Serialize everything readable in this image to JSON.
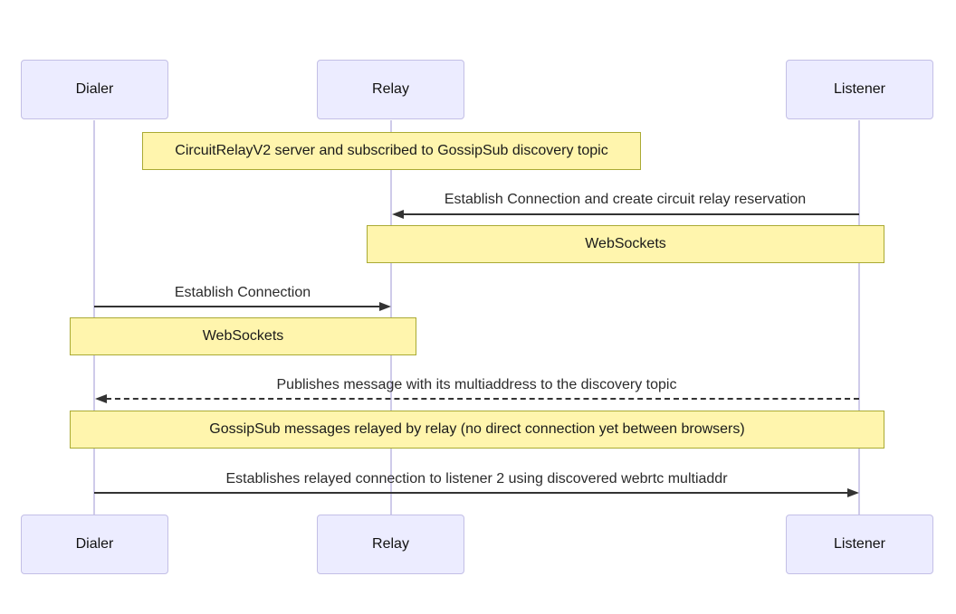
{
  "diagram": {
    "type": "sequence-diagram",
    "background": "#ffffff",
    "actors": [
      {
        "id": "dialer",
        "label": "Dialer"
      },
      {
        "id": "relay",
        "label": "Relay"
      },
      {
        "id": "listener",
        "label": "Listener"
      }
    ],
    "notes": [
      {
        "text": "CircuitRelayV2 server and subscribed to GossipSub discovery topic",
        "over": [
          "relay"
        ]
      },
      {
        "text": "WebSockets",
        "over": [
          "relay",
          "listener"
        ]
      },
      {
        "text": "WebSockets",
        "over": [
          "dialer",
          "relay"
        ]
      },
      {
        "text": "GossipSub messages relayed by relay (no direct connection yet between browsers)",
        "over": [
          "dialer",
          "listener"
        ]
      }
    ],
    "messages": [
      {
        "from": "listener",
        "to": "relay",
        "text": "Establish Connection and create circuit relay reservation",
        "line": "solid"
      },
      {
        "from": "dialer",
        "to": "relay",
        "text": "Establish Connection",
        "line": "solid"
      },
      {
        "from": "listener",
        "to": "dialer",
        "text": "Publishes message with its multiaddress to the discovery topic",
        "line": "dotted"
      },
      {
        "from": "dialer",
        "to": "listener",
        "text": "Establishes relayed connection to listener 2 using discovered webrtc multiaddr",
        "line": "solid"
      }
    ],
    "colors": {
      "note_fill": "#fff5ad",
      "note_border": "#aaaa33",
      "actor_fill": "#ececff",
      "actor_border": "#c3bfe6",
      "lifeline": "#cfcbea",
      "arrow": "#333333",
      "text": "#2b2b2b",
      "background": "#ffffff"
    }
  }
}
